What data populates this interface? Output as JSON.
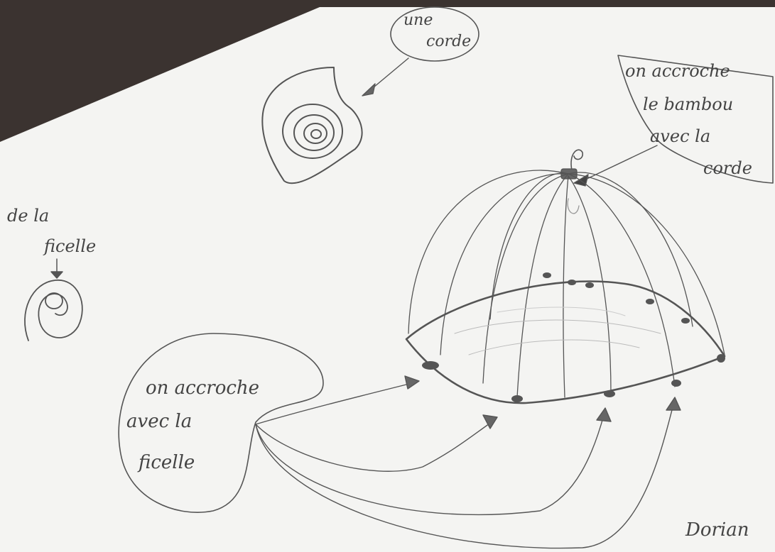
{
  "labels": {
    "rope_bubble": [
      "une",
      "corde"
    ],
    "hook_bubble": [
      "on accroche",
      "le bambou",
      "avec la",
      "corde"
    ],
    "string_label": [
      "de la",
      "ficelle"
    ],
    "tie_bubble": [
      "on accroche",
      "avec la",
      "ficelle"
    ],
    "signature": "Dorian"
  },
  "colors": {
    "paper": "#f4f4f2",
    "table": "#3b3330",
    "pencil": "#555555"
  }
}
